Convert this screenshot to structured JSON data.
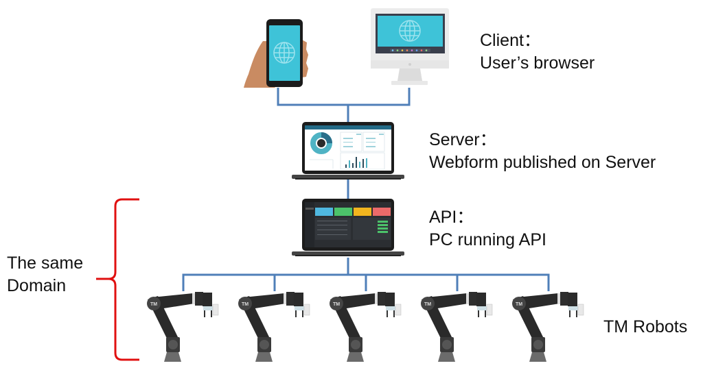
{
  "colors": {
    "connector": "#4f7fb8",
    "brace": "#e01010",
    "screen_cyan": "#3ec3d8",
    "globe_line": "#9ee3ee",
    "laptop_body": "#1c1c1c",
    "laptop_base": "#444444",
    "robot_arm": "#2a2a2a",
    "robot_base": "#6b6b6b",
    "monitor_frame": "#eeeeee",
    "dashboard_header": "#236a86",
    "dashboard_teal": "#4fb3c4",
    "card_blue": "#4fb8e0",
    "card_green": "#4cc26a",
    "card_yellow": "#f2b51e",
    "card_red": "#ec6a6a"
  },
  "tiers": [
    {
      "id": "client",
      "title": "Client：",
      "description": "User’s browser",
      "devices": [
        "smartphone-in-hand",
        "desktop-monitor"
      ]
    },
    {
      "id": "server",
      "title": "Server：",
      "description": "Webform published on Server",
      "devices": [
        "laptop-dashboard"
      ]
    },
    {
      "id": "api",
      "title": "API：",
      "description": "PC running API",
      "devices": [
        "laptop-dark-dashboard"
      ]
    },
    {
      "id": "robots",
      "title": "TM Robots",
      "count": 5,
      "devices": [
        "robot-arm"
      ]
    }
  ],
  "domain_group": {
    "line1": "The same",
    "line2": "Domain",
    "spans": [
      "api",
      "robots"
    ]
  },
  "robot_logo": "TM"
}
